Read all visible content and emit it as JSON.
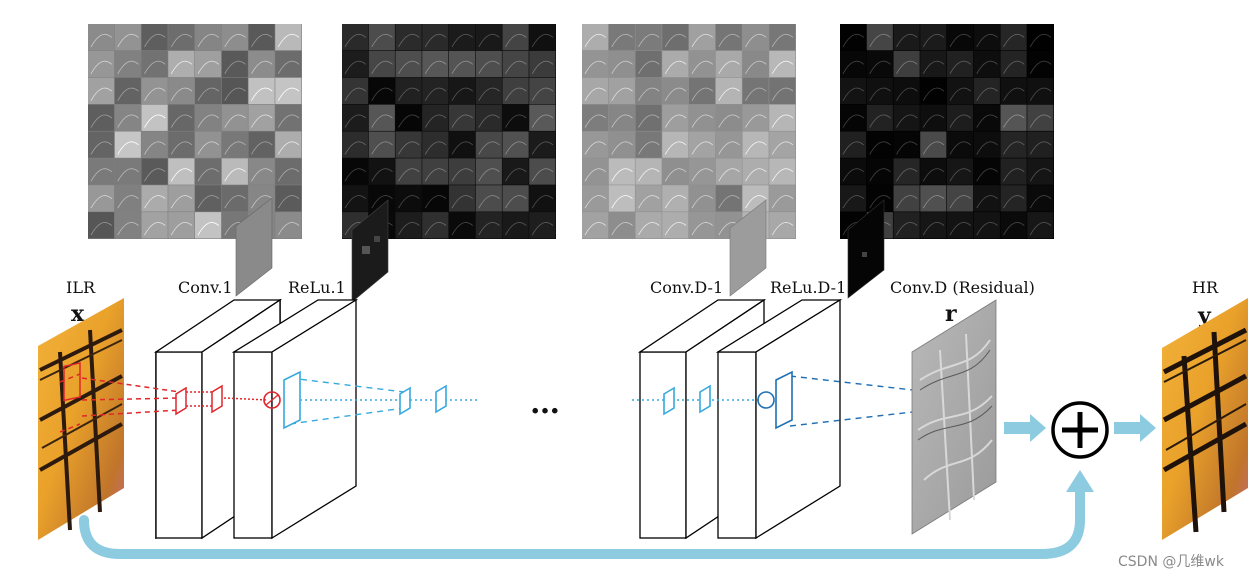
{
  "labels": {
    "ilr": "ILR",
    "x": "x",
    "conv1": "Conv.1",
    "relu1": "ReLu.1",
    "convd1": "Conv.D-1",
    "relud1": "ReLu.D-1",
    "convd": "Conv.D (Residual)",
    "r": "r",
    "hr": "HR",
    "y": "y",
    "ellipsis": "…",
    "watermark": "CSDN @几维wk"
  },
  "colors": {
    "red": "#e0262b",
    "light_blue": "#36a9de",
    "dark_blue": "#1f6fb4",
    "arrow": "#8ccbe0",
    "plus": "#000000"
  },
  "feature_maps": [
    {
      "name": "conv1-feature-map",
      "tone": "mid-gray"
    },
    {
      "name": "relu1-feature-map",
      "tone": "dark"
    },
    {
      "name": "convd1-feature-map",
      "tone": "light-gray"
    },
    {
      "name": "relud1-feature-map",
      "tone": "black"
    }
  ],
  "icons": [
    "plus-circle-icon",
    "right-arrow-icon",
    "skip-connection-arrow-icon"
  ]
}
